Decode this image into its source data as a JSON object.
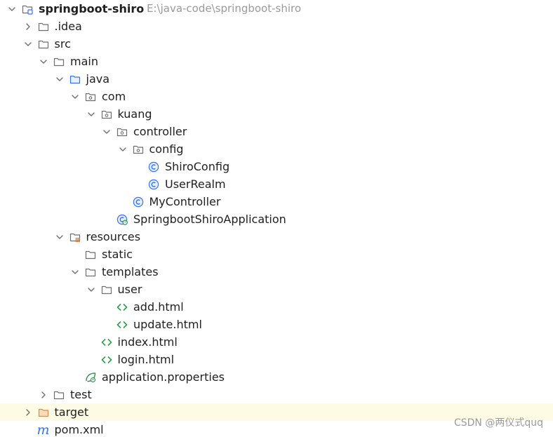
{
  "project": {
    "name": "springboot-shiro",
    "path": "E:\\java-code\\springboot-shiro"
  },
  "rows": [
    {
      "label": "springboot-shiro",
      "depth": 0,
      "arrow": "down",
      "icon": "module-folder-icon",
      "bold": true
    },
    {
      "label": ".idea",
      "depth": 1,
      "arrow": "right",
      "icon": "folder-icon"
    },
    {
      "label": "src",
      "depth": 1,
      "arrow": "down",
      "icon": "folder-icon"
    },
    {
      "label": "main",
      "depth": 2,
      "arrow": "down",
      "icon": "folder-icon"
    },
    {
      "label": "java",
      "depth": 3,
      "arrow": "down",
      "icon": "source-folder-icon"
    },
    {
      "label": "com",
      "depth": 4,
      "arrow": "down",
      "icon": "package-icon"
    },
    {
      "label": "kuang",
      "depth": 5,
      "arrow": "down",
      "icon": "package-icon"
    },
    {
      "label": "controller",
      "depth": 6,
      "arrow": "down",
      "icon": "package-icon"
    },
    {
      "label": "config",
      "depth": 7,
      "arrow": "down",
      "icon": "package-icon"
    },
    {
      "label": "ShiroConfig",
      "depth": 8,
      "arrow": "none",
      "icon": "class-icon"
    },
    {
      "label": "UserRealm",
      "depth": 8,
      "arrow": "none",
      "icon": "class-icon"
    },
    {
      "label": "MyController",
      "depth": 7,
      "arrow": "none",
      "icon": "class-icon"
    },
    {
      "label": "SpringbootShiroApplication",
      "depth": 6,
      "arrow": "none",
      "icon": "spring-boot-class-icon"
    },
    {
      "label": "resources",
      "depth": 3,
      "arrow": "down",
      "icon": "resources-folder-icon"
    },
    {
      "label": "static",
      "depth": 4,
      "arrow": "none",
      "icon": "folder-icon"
    },
    {
      "label": "templates",
      "depth": 4,
      "arrow": "down",
      "icon": "folder-icon"
    },
    {
      "label": "user",
      "depth": 5,
      "arrow": "down",
      "icon": "folder-icon"
    },
    {
      "label": "add.html",
      "depth": 6,
      "arrow": "none",
      "icon": "html-file-icon"
    },
    {
      "label": "update.html",
      "depth": 6,
      "arrow": "none",
      "icon": "html-file-icon"
    },
    {
      "label": "index.html",
      "depth": 5,
      "arrow": "none",
      "icon": "html-file-icon"
    },
    {
      "label": "login.html",
      "depth": 5,
      "arrow": "none",
      "icon": "html-file-icon"
    },
    {
      "label": "application.properties",
      "depth": 4,
      "arrow": "none",
      "icon": "spring-properties-icon"
    },
    {
      "label": "test",
      "depth": 2,
      "arrow": "right",
      "icon": "folder-icon"
    },
    {
      "label": "target",
      "depth": 1,
      "arrow": "right",
      "icon": "excluded-folder-icon",
      "highlight": true
    },
    {
      "label": "pom.xml",
      "depth": 1,
      "arrow": "none",
      "icon": "maven-icon"
    }
  ],
  "colors": {
    "folder_stroke": "#6e6e6e",
    "source_folder_stroke": "#3574f0",
    "excluded_folder_fill": "#fcdcb4",
    "excluded_folder_stroke": "#e08855",
    "class_icon": "#3574f0",
    "html_icon": "#2f9c4d",
    "spring_icon": "#208a3c",
    "maven_icon": "#3574f0",
    "resources_marker": "#e57b2e",
    "highlight_row": "#fefbe4"
  },
  "watermark": "CSDN @两仪式quq"
}
